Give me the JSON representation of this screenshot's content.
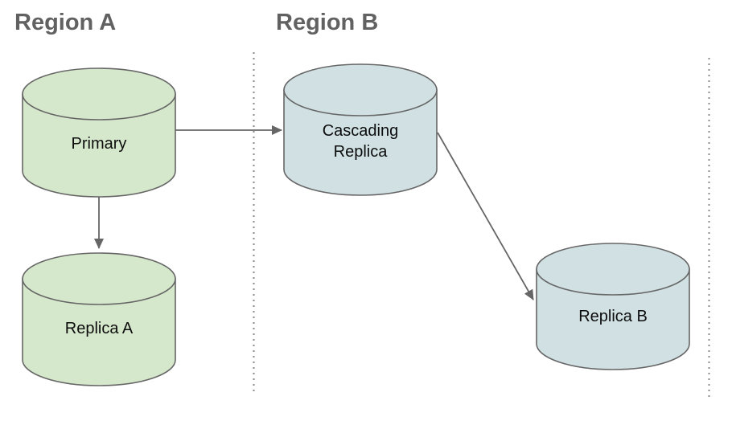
{
  "regions": [
    {
      "label": "Region A"
    },
    {
      "label": "Region B"
    }
  ],
  "nodes": [
    {
      "id": "primary",
      "label": "Primary",
      "shape": "database-cylinder",
      "region": "Region A"
    },
    {
      "id": "cascading-replica",
      "label": "Cascading Replica",
      "shape": "database-cylinder",
      "region": "Region B"
    },
    {
      "id": "replica-a",
      "label": "Replica A",
      "shape": "database-cylinder",
      "region": "Region A"
    },
    {
      "id": "replica-b",
      "label": "Replica B",
      "shape": "database-cylinder",
      "region": "Region B"
    }
  ],
  "edges": [
    {
      "from": "Primary",
      "to": "Cascading Replica",
      "style": "solid-arrow"
    },
    {
      "from": "Primary",
      "to": "Replica A",
      "style": "solid-arrow"
    },
    {
      "from": "Cascading Replica",
      "to": "Replica B",
      "style": "solid-arrow"
    }
  ],
  "colors": {
    "region_a_node_fill": "#d6e8cb",
    "region_b_node_fill": "#d0e0e3",
    "node_stroke": "#666666",
    "arrow": "#666666",
    "divider": "#8a8a8a",
    "heading_text": "#616161",
    "node_text": "#0d0d0d",
    "background": "#ffffff"
  }
}
